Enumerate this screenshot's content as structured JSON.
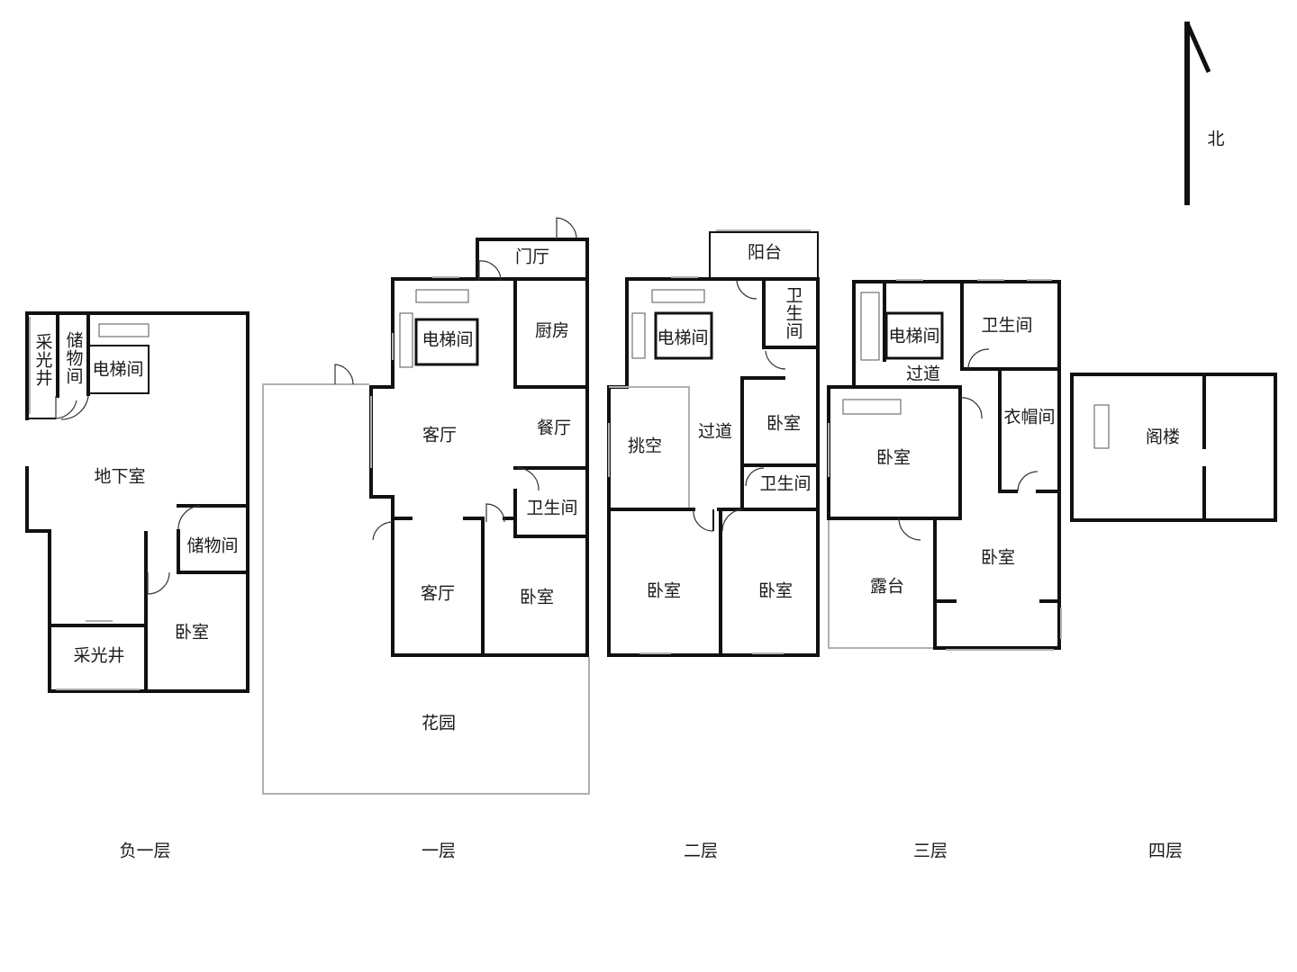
{
  "compass": {
    "label": "北"
  },
  "floors": [
    {
      "id": "b1",
      "label": "负一层",
      "rooms": [
        "采光井",
        "储物间",
        "电梯间",
        "地下室",
        "储物间",
        "卧室",
        "采光井"
      ]
    },
    {
      "id": "f1",
      "label": "一层",
      "rooms": [
        "门厅",
        "电梯间",
        "厨房",
        "客厅",
        "餐厅",
        "卫生间",
        "客厅",
        "卧室",
        "花园"
      ]
    },
    {
      "id": "f2",
      "label": "二层",
      "rooms": [
        "阳台",
        "电梯间",
        "卫生间",
        "卧室",
        "挑空",
        "过道",
        "卫生间",
        "卧室",
        "卧室"
      ]
    },
    {
      "id": "f3",
      "label": "三层",
      "rooms": [
        "电梯间",
        "卫生间",
        "过道",
        "衣帽间",
        "卧室",
        "露台",
        "卧室"
      ]
    },
    {
      "id": "f4",
      "label": "四层",
      "rooms": [
        "阁楼"
      ]
    }
  ]
}
